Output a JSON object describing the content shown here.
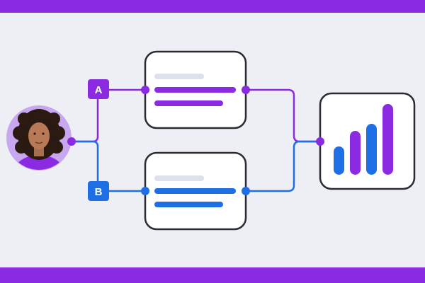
{
  "colors": {
    "purple": "#8A2BE2",
    "blue": "#1E6FE6",
    "frame": "#8A2BE2",
    "background": "#EEEEF5",
    "card_stroke": "#2B2B33",
    "skeleton_gray": "#DDE2EA",
    "avatar_bg": "#C9A7F0"
  },
  "branches": {
    "a": {
      "label": "A"
    },
    "b": {
      "label": "B"
    }
  },
  "icons": {
    "avatar": "person-avatar",
    "result": "bar-chart-icon"
  },
  "chart_data": {
    "type": "bar",
    "values": [
      40,
      62,
      72,
      100
    ],
    "colors": [
      "#1E6FE6",
      "#8A2BE2",
      "#1E6FE6",
      "#8A2BE2"
    ]
  }
}
